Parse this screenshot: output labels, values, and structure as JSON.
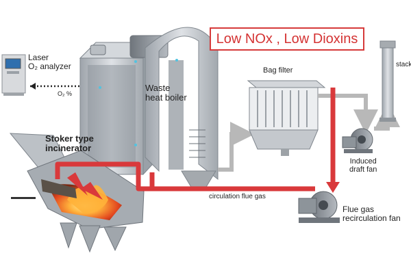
{
  "headline": "Low NOx , Low Dioxins",
  "labels": {
    "laser_line1": "Laser",
    "laser_line2": "O₂ analyzer",
    "o2_percent": "O₂ %",
    "waste_heat_boiler_line1": "Waste",
    "waste_heat_boiler_line2": "heat boiler",
    "stoker_line1": "Stoker type",
    "stoker_line2": "incinerator",
    "bag_filter": "Bag filter",
    "stack": "stack",
    "induced_fan_line1": "Induced",
    "induced_fan_line2": "draft fan",
    "flue_fan_line1": "Flue gas",
    "flue_fan_line2": "recirculation fan",
    "circulation": "circulation flue gas"
  },
  "colors": {
    "headline_red": "#d63a3a",
    "recirc_red": "#d9393b",
    "gray_flow": "#b8b8b8",
    "steel": "#c9cdd2",
    "fire": "#f2652b"
  },
  "icons": [
    "analyzer-cabinet",
    "waste-heat-boiler",
    "stoker-incinerator",
    "bag-filter",
    "induced-draft-fan",
    "recirculation-fan",
    "stack"
  ]
}
